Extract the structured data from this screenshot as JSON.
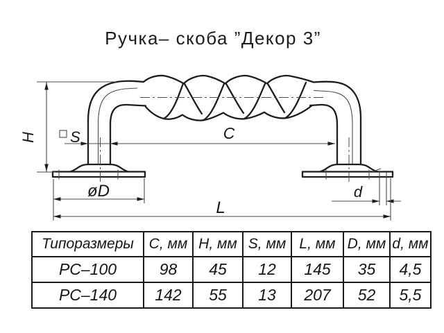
{
  "page": {
    "background": "#ffffff",
    "line_color": "#1d1d1d",
    "thin_line_color": "#4a4a4a"
  },
  "title": "Ручка– скоба ”Декор 3”",
  "drawing": {
    "description": "twisted-rope pull handle side view with dimensions",
    "labels": {
      "H": "H",
      "S": "S",
      "C": "C",
      "D": "øD",
      "d": "d",
      "L": "L"
    }
  },
  "table": {
    "headers": [
      "Типоразмеры",
      "C, мм",
      "H, мм",
      "S, мм",
      "L, мм",
      "D, мм",
      "d, мм"
    ],
    "rows": [
      [
        "РС–100",
        "98",
        "45",
        "12",
        "145",
        "35",
        "4,5"
      ],
      [
        "РС–140",
        "142",
        "55",
        "13",
        "207",
        "52",
        "5,5"
      ]
    ]
  }
}
